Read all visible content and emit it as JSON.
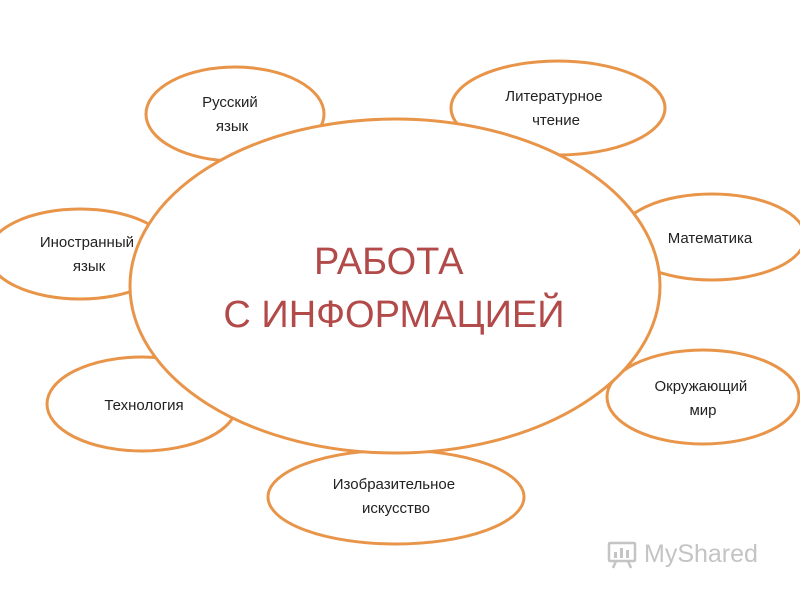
{
  "diagram": {
    "center": {
      "line1": "РАБОТА",
      "line2": "С ИНФОРМАЦИЕЙ"
    },
    "subjects": [
      {
        "id": "russian",
        "lines": [
          "Русский",
          "язык"
        ]
      },
      {
        "id": "literature",
        "lines": [
          "Литературное",
          "чтение"
        ]
      },
      {
        "id": "math",
        "lines": [
          "Математика"
        ]
      },
      {
        "id": "world",
        "lines": [
          "Окружающий",
          "мир"
        ]
      },
      {
        "id": "art",
        "lines": [
          "Изобразительное",
          "искусство"
        ]
      },
      {
        "id": "technology",
        "lines": [
          "Технология"
        ]
      },
      {
        "id": "foreign",
        "lines": [
          "Иностранный",
          "язык"
        ]
      }
    ]
  },
  "colors": {
    "outline": "#e8954a",
    "center_text": "#b24a4a",
    "node_text": "#222222"
  },
  "watermark": {
    "text": "MyShared",
    "icon": "myshared-logo-icon"
  }
}
